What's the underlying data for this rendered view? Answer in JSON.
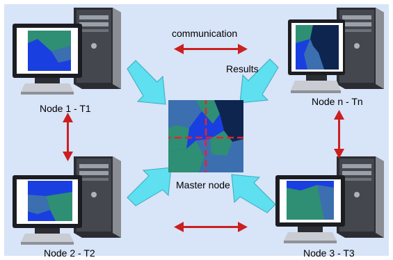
{
  "labels": {
    "communication": "communication",
    "results": "Results",
    "master": "Master node"
  },
  "nodes": [
    {
      "id": "node1",
      "label": "Node 1 - T1"
    },
    {
      "id": "noden",
      "label": "Node n - Tn"
    },
    {
      "id": "node2",
      "label": "Node 2 - T2"
    },
    {
      "id": "node3",
      "label": "Node 3 - T3"
    }
  ],
  "colors": {
    "background": "#d8e4f7",
    "communication_arrow": "#cc1f1f",
    "results_arrow": "#5ee0f0",
    "partition_line": "#e8222a",
    "region_blue": "#1a3fe0",
    "region_teal": "#2e8f74",
    "region_navy": "#0e2550",
    "region_steel": "#3c6fb0"
  }
}
